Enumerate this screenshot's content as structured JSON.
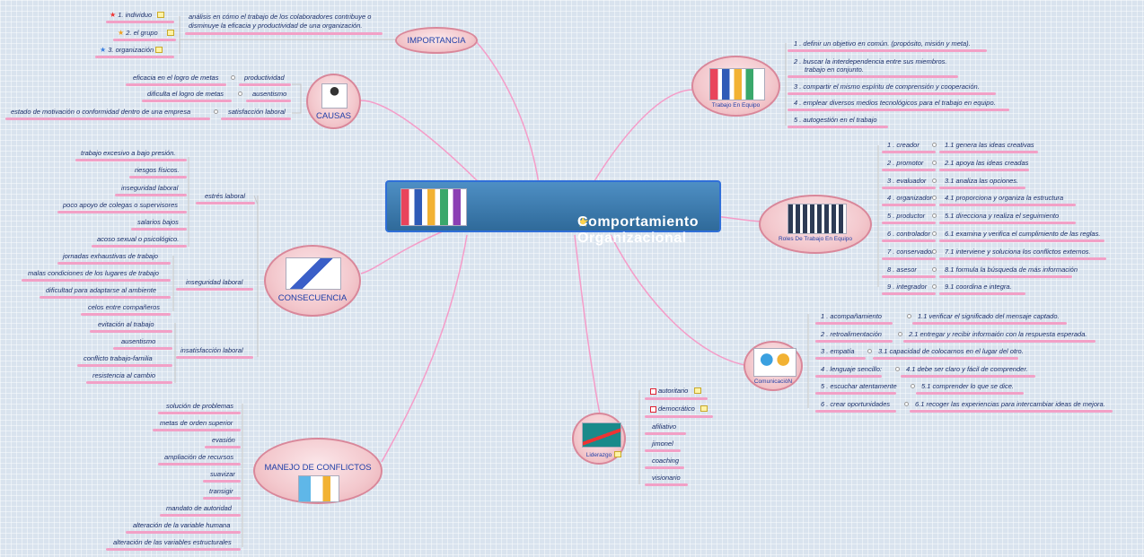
{
  "central": {
    "title": "Comportamiento Organizacional"
  },
  "importancia": {
    "label": "IMPORTANCIA",
    "items": [
      "1. individuo",
      "2. el grupo",
      "3. organización"
    ],
    "description": "análisis en cómo el trabajo de los colaboradores contribuye o disminuye la eficacia y productividad de una organización."
  },
  "causas": {
    "label": "CAUSAS",
    "items": [
      {
        "name": "productividad",
        "detail": "eficacia en el logro de metas"
      },
      {
        "name": "ausentismo",
        "detail": "dificulta el logro de metas"
      },
      {
        "name": "satisfacción laboral",
        "detail": "estado de motivación o conformidad dentro de una empresa"
      }
    ]
  },
  "consecuencia": {
    "label": "CONSECUENCIA",
    "groups": [
      {
        "name": "estrés laboral",
        "items": [
          "trabajo excesivo a  bajo presión.",
          "riesgos físicos.",
          "inseguridad laboral",
          "poco apoyo de colegas o supervisores",
          "salarios bajos",
          "acoso sexual o psicológico."
        ]
      },
      {
        "name": "inseguridad laboral",
        "items": [
          "jornadas exhaustivas de trabajo",
          "malas condiciones de los lugares de trabajo",
          "dificultad para adaptarse al ambiente",
          "celos entre compañeros"
        ]
      },
      {
        "name": "insatisfacción laboral",
        "items": [
          "evitación al trabajo",
          "ausentismo",
          "conflicto trabajo-familia",
          "resistencia al cambio"
        ]
      }
    ]
  },
  "manejo": {
    "label": "MANEJO DE CONFLICTOS",
    "items": [
      "solución de problemas",
      "metas de orden superior",
      "evasión",
      "ampliación de recursos",
      "suavizar",
      "transigir",
      "mandato de autoridad",
      "alteración de la variable humana",
      "alteración de las variables estructurales"
    ]
  },
  "trabajo": {
    "label": "Trabajo En Equipo",
    "items": [
      "1 .  definir un objetivo en común. (propósito, misión y meta).",
      "2 .  buscar la interdependencia entre sus miembros.",
      "trabajo en conjunto.",
      "3 .  compartir el mismo espíritu de comprensión y cooperación.",
      "4 .  emplear diversos medios tecnológicos para el trabajo en equipo.",
      "5 .  autogestión en el trabajo"
    ]
  },
  "roles": {
    "label": "Roles De Trabajo En Equipo",
    "items": [
      {
        "role": "1 .  creador",
        "detail": "1.1  genera las ideas creativas"
      },
      {
        "role": "2 .  promotor",
        "detail": "2.1  apoya las ideas creadas"
      },
      {
        "role": "3 .  evaluador",
        "detail": "3.1  analiza las opciones."
      },
      {
        "role": "4 .  organizador",
        "detail": "4.1  proporciona y organiza la estructura"
      },
      {
        "role": "5 .  productor",
        "detail": "5.1  direcciona y realiza el seguimiento"
      },
      {
        "role": "6 .  controlador",
        "detail": "6.1  examina y verifica el cumplimiento de las reglas."
      },
      {
        "role": "7 .  conservador",
        "detail": "7.1   interviene y soluciona los conflictos externos."
      },
      {
        "role": "8 .  asesor",
        "detail": "8.1  formula la búsqueda de más información"
      },
      {
        "role": "9 .  integrador",
        "detail": "9.1  coordina e integra."
      }
    ]
  },
  "comunicacion": {
    "label": "ComunicaciòN",
    "items": [
      {
        "name": "1 .  acompañamiento",
        "detail": "1.1  verificar el significado del mensaje captado."
      },
      {
        "name": "2 .  retroalimentación",
        "detail": "2.1  entregar y recibir informaión  con la respuesta esperada."
      },
      {
        "name": "3 .  empatía",
        "detail": "3.1  capacidad de colocarnos en el lugar del otro."
      },
      {
        "name": "4 .  lenguaje sencillo:",
        "detail": "4.1  debe ser claro y fácil de comprender."
      },
      {
        "name": "5 .  escuchar atentamente",
        "detail": "5.1  comprender lo que se dice."
      },
      {
        "name": "6 .  crear oportunidades",
        "detail": "6.1  recoger las experiencias para intercambiar ideas de mejora."
      }
    ]
  },
  "liderazgo": {
    "label": "Liderazgo",
    "items": [
      "autoritario",
      "democrático",
      "afiliativo",
      "jimonel",
      "coaching",
      "visionario"
    ]
  },
  "colors": {
    "branch": "#f59cc8",
    "underline": "#f2a0c6",
    "node_border": "#d9879a",
    "central": "#3d7fb4",
    "text": "#1b2f6a"
  }
}
